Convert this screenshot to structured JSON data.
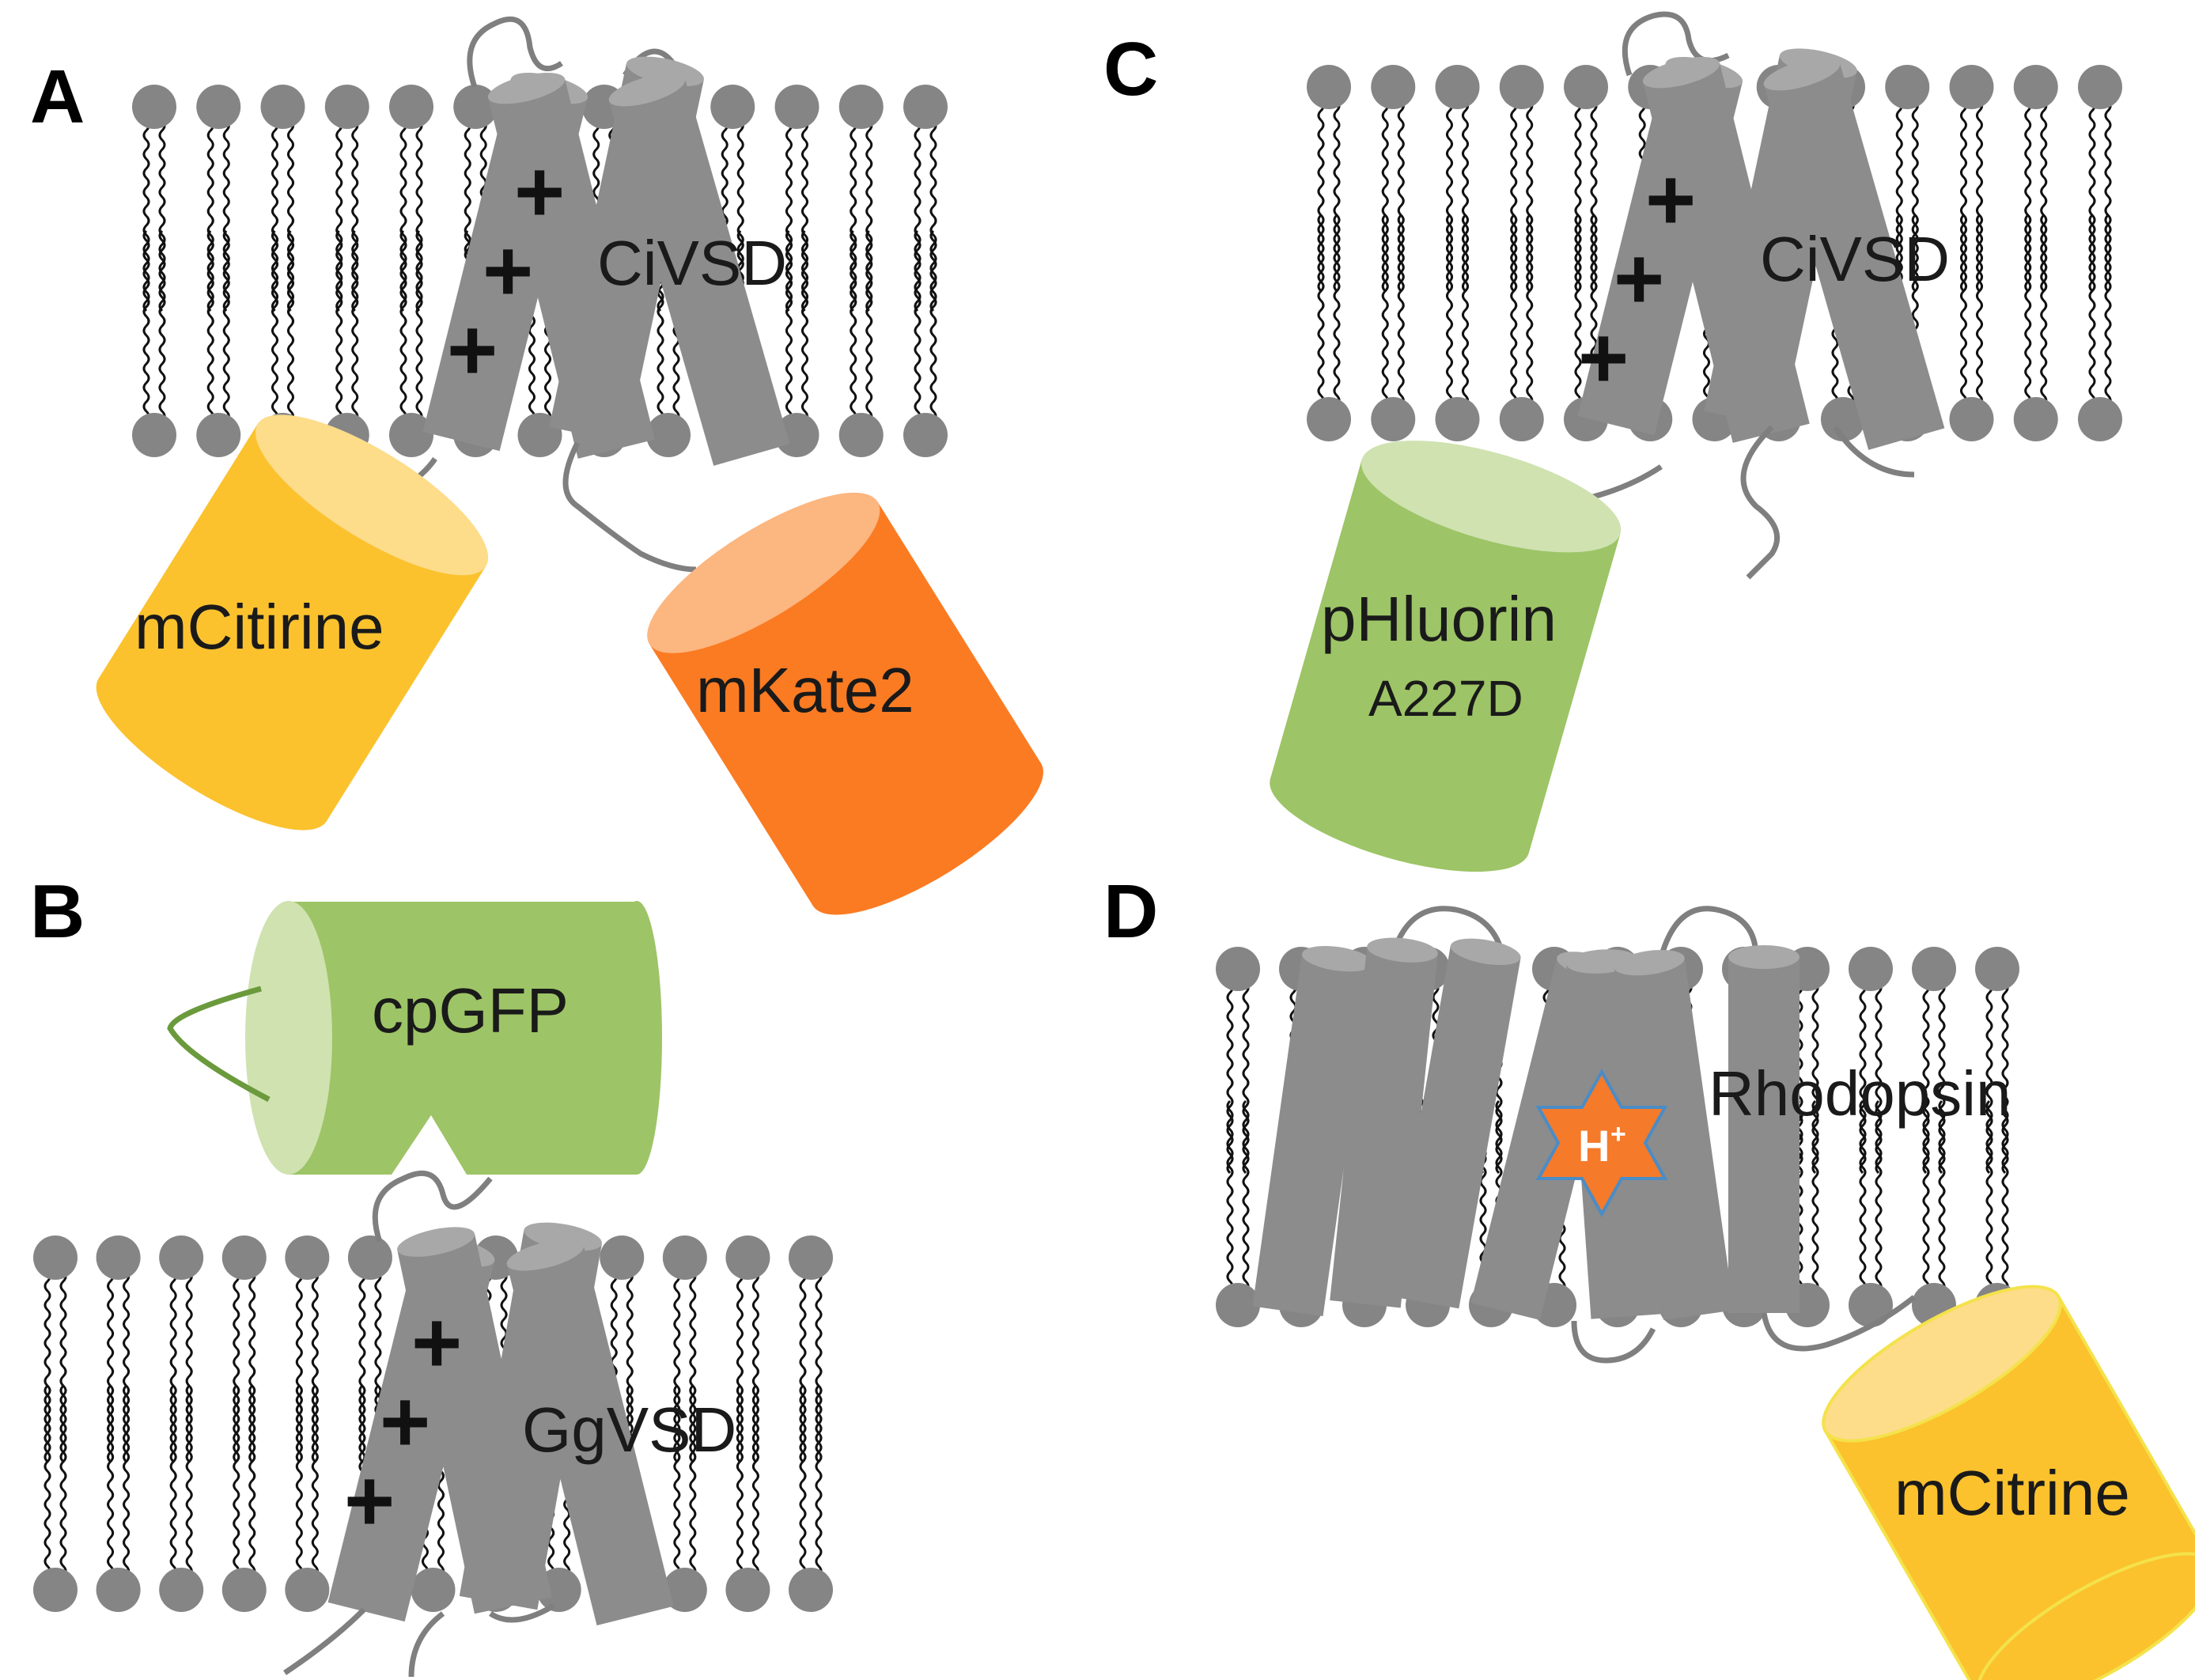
{
  "panels": {
    "A": {
      "letter": "A",
      "vsd_label": "CiVSD",
      "fp1_label": "mCitirine",
      "fp2_label": "mKate2",
      "charges": [
        "+",
        "+",
        "+"
      ]
    },
    "B": {
      "letter": "B",
      "vsd_label": "GgVSD",
      "fp_label": "cpGFP",
      "charges": [
        "+",
        "+",
        "+"
      ]
    },
    "C": {
      "letter": "C",
      "vsd_label": "CiVSD",
      "fp_label_line1": "pHluorin",
      "fp_label_line2": "A227D",
      "charges": [
        "+",
        "+",
        "+"
      ]
    },
    "D": {
      "letter": "D",
      "protein_label": "Rhodopsin",
      "fp_label": "mCitrine",
      "proton_label": "H",
      "proton_charge": "+"
    }
  },
  "colors": {
    "membrane_head": "#858585",
    "helix": "#8c8c8c",
    "helix_top": "#a8a8a8",
    "citrine": "#fbc22e",
    "citrine_face": "#fddc8a",
    "kate": "#fb7b22",
    "kate_face": "#fcb680",
    "gfp": "#9dc466",
    "gfp_face": "#cfe2b0",
    "proton_star": "#f57a2a",
    "proton_outline": "#4a8cc6"
  }
}
